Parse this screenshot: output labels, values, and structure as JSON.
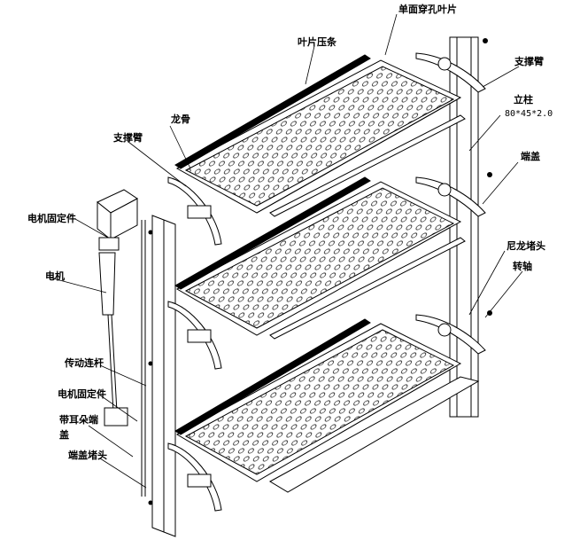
{
  "labels": {
    "perforated_blade": "单面穿孔叶片",
    "blade_strip": "叶片压条",
    "support_arm_right": "支撑臂",
    "column": "立柱",
    "column_spec": "80*45*2.0",
    "keel": "龙骨",
    "support_arm_left": "支撑臂",
    "end_cap_right": "端盖",
    "motor_mount_top": "电机固定件",
    "motor": "电机",
    "nylon_plug": "尼龙堵头",
    "shaft": "转轴",
    "drive_rod": "传动连杆",
    "motor_mount_bottom": "电机固定件",
    "ear_end_cap_line1": "带耳朵端",
    "ear_end_cap_line2": "盖",
    "end_cap_plug": "端盖堵头"
  },
  "colors": {
    "line": "#000000",
    "background": "#ffffff"
  }
}
